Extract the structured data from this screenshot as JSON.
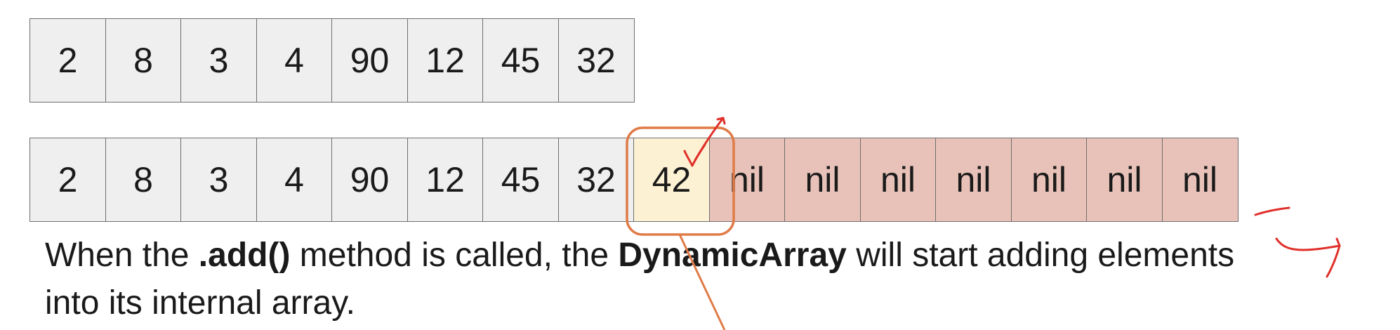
{
  "original_array": {
    "values": [
      "2",
      "8",
      "3",
      "4",
      "90",
      "12",
      "45",
      "32"
    ]
  },
  "dynamic_array": {
    "filled_values": [
      "2",
      "8",
      "3",
      "4",
      "90",
      "12",
      "45",
      "32"
    ],
    "added_value": "42",
    "empty_values": [
      "nil",
      "nil",
      "nil",
      "nil",
      "nil",
      "nil",
      "nil"
    ]
  },
  "caption": {
    "part1": "When the ",
    "method": ".add()",
    "part2": " method is called, the ",
    "class_name": "DynamicArray",
    "part3": " will start adding elements into its internal array."
  },
  "colors": {
    "cell_filled": "#efefef",
    "cell_added": "#fdf1d3",
    "cell_empty": "#e8c2b8",
    "highlight_box": "#e07b47",
    "annotation_red": "#e0302a"
  }
}
